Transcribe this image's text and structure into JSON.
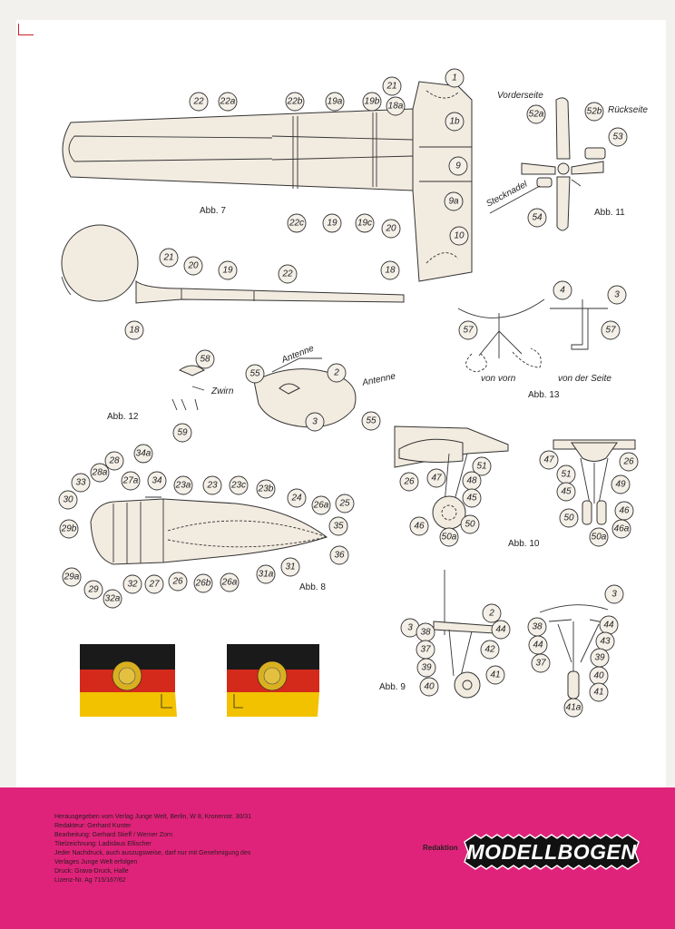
{
  "figures": {
    "abb7": "Abb. 7",
    "abb8": "Abb. 8",
    "abb9": "Abb. 9",
    "abb10": "Abb. 10",
    "abb11": "Abb. 11",
    "abb12": "Abb. 12",
    "abb13": "Abb. 13"
  },
  "annotations": {
    "vorderseite": "Vorderseite",
    "rueckseite": "Rückseite",
    "stecknadel": "Stecknadel",
    "antenne_1": "Antenne",
    "antenne_2": "Antenne",
    "zwirn": "Zwirn",
    "von_vorn": "von vorn",
    "von_der_seite": "von der Seite"
  },
  "labels": {
    "abb7": [
      "22",
      "22a",
      "22b",
      "19a",
      "19b",
      "21",
      "18a",
      "1",
      "1b",
      "9",
      "9a",
      "10",
      "22c",
      "19",
      "19c",
      "20",
      "18"
    ],
    "abb7b": [
      "21",
      "20",
      "19",
      "22",
      "18"
    ],
    "abb11": [
      "52a",
      "52b",
      "53",
      "54"
    ],
    "abb13": [
      "57",
      "4",
      "3",
      "57"
    ],
    "abb12": [
      "58",
      "59",
      "55",
      "2",
      "3",
      "55"
    ],
    "abb8": [
      "34a",
      "28",
      "33",
      "28a",
      "27a",
      "34",
      "23a",
      "23",
      "23c",
      "23b",
      "24",
      "26a",
      "25",
      "30",
      "29b",
      "35",
      "36",
      "29a",
      "29",
      "32a",
      "32",
      "27",
      "26",
      "26b",
      "26a",
      "31a",
      "31"
    ],
    "abb10a": [
      "26",
      "47",
      "51",
      "48",
      "45",
      "46",
      "50",
      "50a"
    ],
    "abb10b": [
      "47",
      "26",
      "51",
      "49",
      "45",
      "50",
      "46",
      "46a",
      "50a"
    ],
    "abb9a": [
      "2",
      "3",
      "38",
      "44",
      "37",
      "42",
      "39",
      "41",
      "40"
    ],
    "abb9b": [
      "3",
      "38",
      "44",
      "44",
      "43",
      "39",
      "37",
      "40",
      "41",
      "41a"
    ]
  },
  "footer": {
    "credits": [
      "Herausgegeben vom Verlag Junge Welt, Berlin, W 8, Kronenstr. 30/31",
      "Redakteur: Gerhard Kunter",
      "Bearbeitung: Gerhard Stieff / Werner Zorn",
      "Titelzeichnung: Ladislaus Ellischer",
      "Jeder Nachdruck, auch auszugsweise, darf nur mit Genehmigung des",
      "Verlages Junge Welt erfolgen",
      "Druck: Grava-Druck, Halle",
      "Lizenz-Nr. Ag 715/167/62"
    ],
    "redaktion": "Redaktion",
    "logo": "MODELLBOGEN"
  },
  "colors": {
    "footer_bg": "#e0237a",
    "flag_black": "#1a1a1a",
    "flag_red": "#d42a1c",
    "flag_gold": "#f2c200",
    "part_fill": "#f2ebe0"
  }
}
